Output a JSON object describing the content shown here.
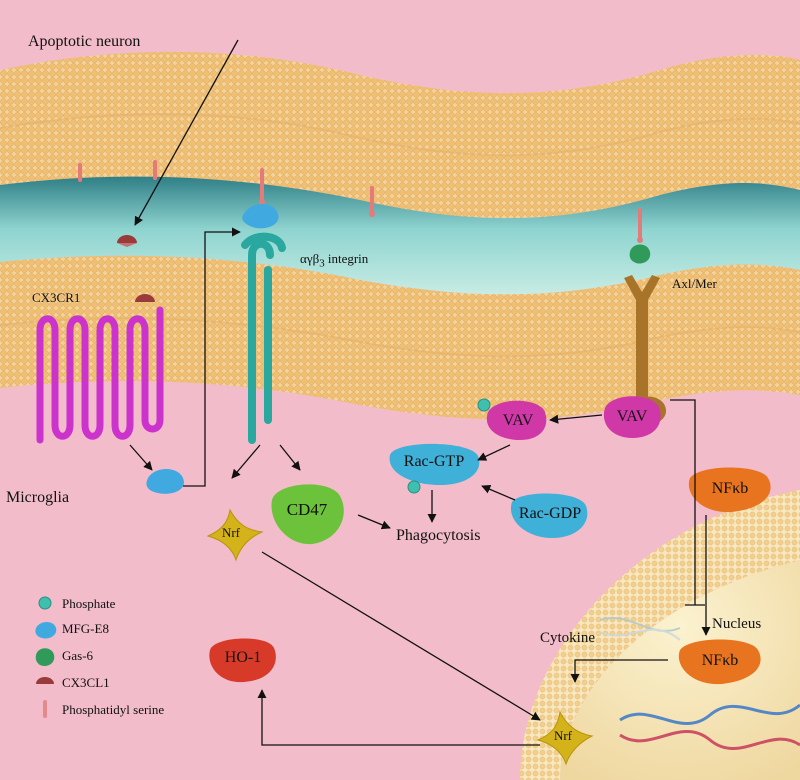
{
  "labels": {
    "apoptotic_neuron": "Apoptotic neuron",
    "microglia": "Microglia",
    "cx3cr1": "CX3CR1",
    "integrin_pre": "α",
    "integrin_v": "γ",
    "integrin_beta": "β",
    "integrin_sub": "3",
    "integrin_post": " integrin",
    "axl_mer": "Axl/Mer",
    "vav_left": "VAV",
    "vav_right": "VAV",
    "rac_gtp": "Rac-GTP",
    "rac_gdp": "Rac-GDP",
    "cd47": "CD47",
    "phagocytosis": "Phagocytosis",
    "nrf_left": "Nrf",
    "nrf_bottom": "Nrf",
    "nfkb_top": "NFκb",
    "nfkb_nucleus": "NFκb",
    "nucleus": "Nucleus",
    "cytokine": "Cytokine",
    "ho1": "HO-1"
  },
  "legend": [
    {
      "label": "Phosphate",
      "icon": "phosphate-icon",
      "color": "#3fbfae"
    },
    {
      "label": "MFG-E8",
      "icon": "mfg-e8-icon",
      "color": "#3fa9e0"
    },
    {
      "label": "Gas-6",
      "icon": "gas6-icon",
      "color": "#2f9a5a"
    },
    {
      "label": "CX3CL1",
      "icon": "cx3cl1-icon",
      "color": "#9a3b3b"
    },
    {
      "label": "Phosphatidyl serine",
      "icon": "phosphatidylserine-icon",
      "color": "#e48a8a"
    }
  ],
  "colors": {
    "background": "#f2bccb",
    "membrane": "#f0c27a",
    "cleft": "#7fc8c8",
    "nucleus": "#f3e2b0",
    "integrin": "#2aa8a0",
    "cx3cr1": "#cc33cc",
    "vav": "#d038a8",
    "rac": "#3fb0d8",
    "cd47": "#6cc23a",
    "nrf": "#d4b21a",
    "nfkb": "#e87420",
    "ho1": "#d83a2a",
    "axl_mer": "#a8742a"
  }
}
